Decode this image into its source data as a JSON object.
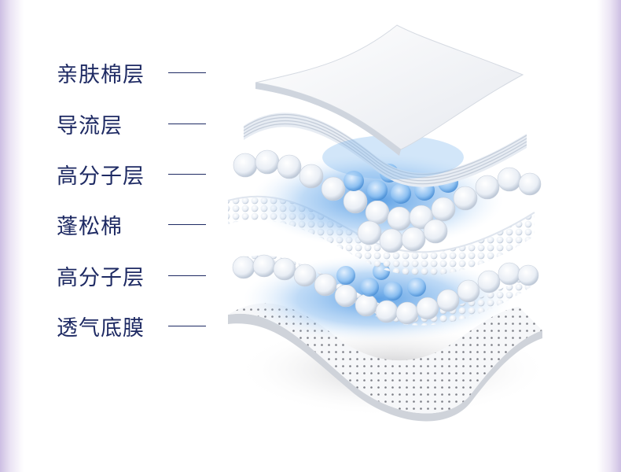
{
  "layers": [
    {
      "label": "亲肤棉层"
    },
    {
      "label": "导流层"
    },
    {
      "label": "高分子层"
    },
    {
      "label": "蓬松棉"
    },
    {
      "label": "高分子层"
    },
    {
      "label": "透气底膜"
    }
  ],
  "colors": {
    "label_text": "#1e2a63",
    "frame_purple": "#cdbfe3",
    "absorb_blue": "#3f8fe0"
  }
}
